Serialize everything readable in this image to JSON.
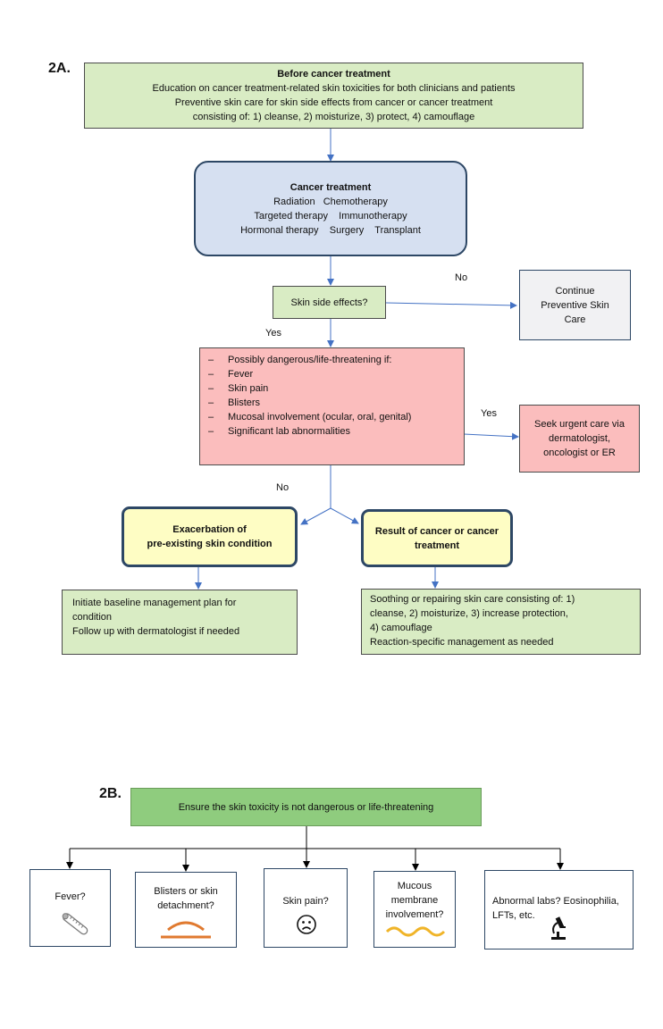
{
  "section_a": {
    "label": "2A.",
    "before": {
      "title": "Before cancer treatment",
      "lines": [
        "Education on cancer treatment-related skin toxicities for both clinicians and patients",
        "Preventive skin care for skin side effects from cancer or cancer treatment",
        "consisting of: 1) cleanse, 2) moisturize, 3) protect, 4) camouflage"
      ]
    },
    "treatment": {
      "title": "Cancer treatment",
      "lines": [
        "Radiation   Chemotherapy",
        "Targeted therapy    Immunotherapy",
        "Hormonal therapy    Surgery    Transplant"
      ]
    },
    "side_effects_question": "Skin side effects?",
    "no_label_1": "No",
    "yes_label_1": "Yes",
    "continue_care": [
      "Continue",
      "Preventive Skin",
      "Care"
    ],
    "danger": {
      "heading": "Possibly dangerous/life-threatening if:",
      "items": [
        "Fever",
        "Skin pain",
        "Blisters",
        "Mucosal involvement (ocular, oral, genital)",
        "Significant lab abnormalities"
      ]
    },
    "yes_label_2": "Yes",
    "urgent_care": [
      "Seek urgent care via",
      "dermatologist,",
      "oncologist or ER"
    ],
    "no_label_2": "No",
    "exacerbation": [
      "Exacerbation of",
      "pre-existing skin condition"
    ],
    "result": [
      "Result of cancer or cancer",
      "treatment"
    ],
    "baseline": [
      "Initiate baseline management plan for",
      "condition",
      "Follow up with dermatologist if needed"
    ],
    "soothing": [
      "Soothing or repairing skin care consisting of:  1)",
      "cleanse, 2) moisturize, 3) increase protection,",
      "4) camouflage",
      "Reaction-specific management as needed"
    ]
  },
  "section_b": {
    "label": "2B.",
    "header": "Ensure the skin toxicity is not dangerous or life-threatening",
    "questions": [
      {
        "lines": [
          "Fever?"
        ],
        "icon": "thermometer-icon"
      },
      {
        "lines": [
          "Blisters or skin",
          "detachment?"
        ],
        "icon": "blister-icon"
      },
      {
        "lines": [
          "Skin pain?"
        ],
        "icon": "sad-face-icon"
      },
      {
        "lines": [
          "Mucous",
          "membrane",
          "involvement?"
        ],
        "icon": "wavy-membrane-icon"
      },
      {
        "lines": [
          "Abnormal labs? Eosinophilia,",
          "LFTs, etc."
        ],
        "icon": "microscope-icon"
      }
    ]
  },
  "colors": {
    "green_fill": "#d9ecc4",
    "blue_fill": "#d6e0f1",
    "yellow_fill": "#fefdc4",
    "pink_fill": "#fbbdbd",
    "grey_fill": "#f1f1f3",
    "header_green": "#8fcc7e",
    "arrow_blue": "#4472c4",
    "blister_orange": "#e07a30",
    "membrane_yellow": "#f0b428"
  }
}
